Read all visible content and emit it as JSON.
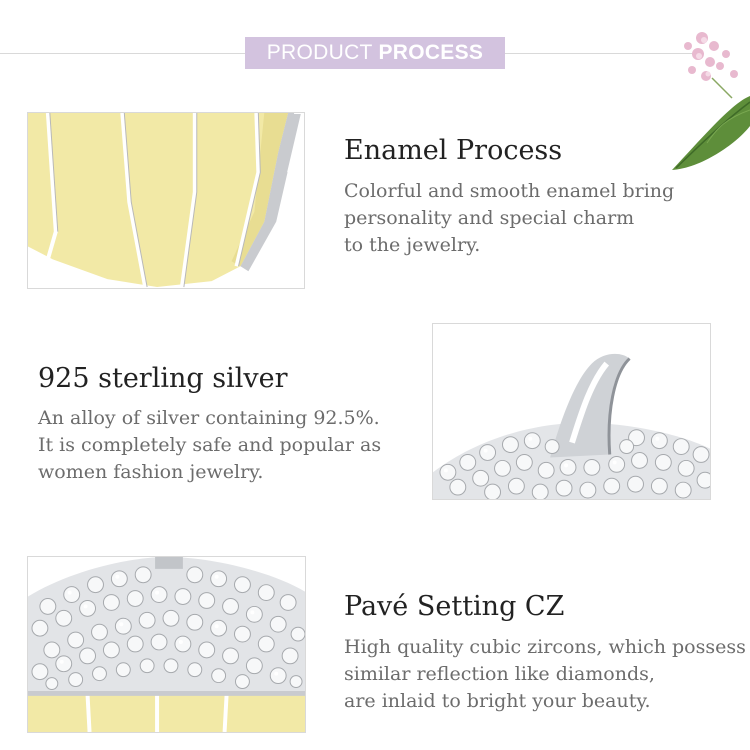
{
  "header": {
    "title_light": "PRODUCT ",
    "title_bold": "PROCESS",
    "accent_color": "#d3c3df"
  },
  "features": [
    {
      "title": "Enamel Process",
      "lines": [
        "Colorful and smooth enamel bring",
        "personality and special charm",
        "to the jewelry."
      ],
      "image_icon": "yellow-enamel-closeup-image"
    },
    {
      "title": "925 sterling silver",
      "lines": [
        "An alloy of silver containing 92.5%.",
        "It is completely safe and popular as",
        "women fashion jewelry."
      ],
      "image_icon": "silver-stem-closeup-image"
    },
    {
      "title": "Pavé Setting CZ",
      "lines": [
        "High quality cubic zircons, which possess",
        "similar reflection like diamonds,",
        "are inlaid to bright your beauty."
      ],
      "image_icon": "pave-zircon-closeup-image"
    }
  ],
  "decor_icon": "flower-leaf-icon",
  "colors": {
    "enamel_yellow": "#f2e9a6",
    "silver": "#d7d9dc",
    "heading_text": "#222222",
    "body_text": "#6c6c6c"
  }
}
